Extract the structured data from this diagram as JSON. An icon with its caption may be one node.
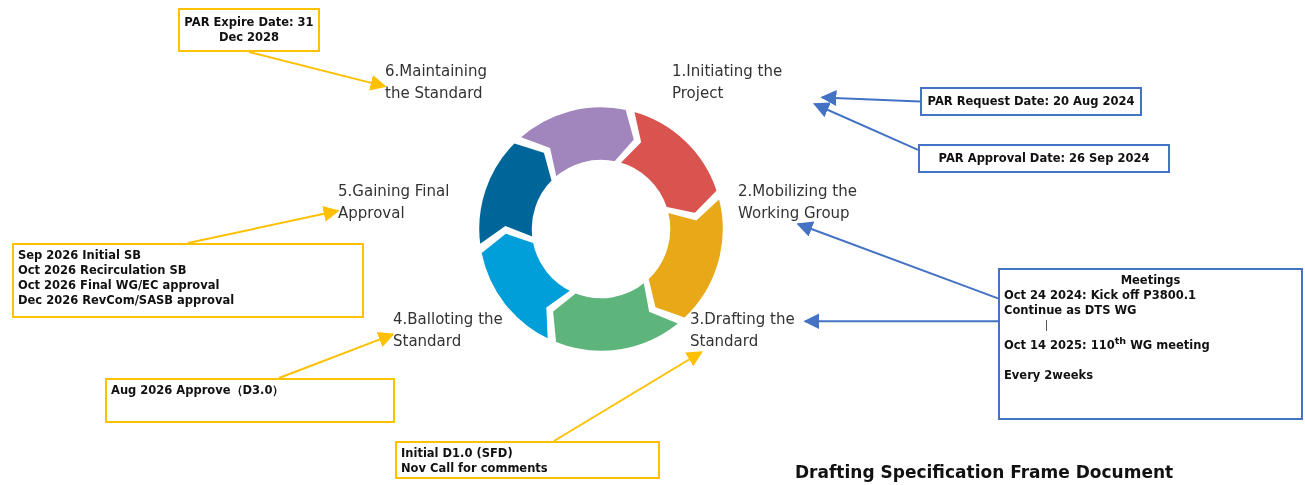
{
  "diagram": {
    "caption": "Drafting Specification Frame Document",
    "nodes": [
      {
        "text": [
          "PAR Expire Date: 31 Dec 2028"
        ]
      },
      {
        "text": [
          "6.Maintaining the Standard"
        ]
      },
      {
        "text": [
          "1.Initiating the Project"
        ]
      },
      {
        "text": [
          "PAR Request Date: 20 Aug 2024"
        ]
      },
      {
        "text": [
          "PAR Approval Date: 26 Sep 2024"
        ]
      },
      {
        "text": [
          "5.Gaining Final Approval"
        ]
      },
      {
        "text": [
          "2.Mobilizing the Working Group"
        ]
      },
      {
        "text": [
          "Sep 2026 Initial SB",
          "Oct 2026 Recirculation SB",
          "Oct 2026 Final WG/EC approval",
          "Dec 2026 RevCom/SASB approval"
        ]
      },
      {
        "text": [
          "Meetings",
          "Oct 24 2024: Kick off P3800.1",
          "Continue as DTS WG",
          "Oct 14 2025: 110$^{th}$ WG meeting",
          "Every 2weeks"
        ]
      },
      {
        "text": [
          "4.Balloting the Standard"
        ]
      },
      {
        "text": [
          "3.Drafting the Standard"
        ]
      },
      {
        "text": [
          "Aug 2026 Approve（D3.0）"
        ]
      },
      {
        "text": [
          "Initial D1.0 (SFD)",
          "Nov Call for comments"
        ]
      }
    ],
    "edges": [
      {
        "from": 0,
        "to": 1,
        "arrow": "to",
        "color": "#ffc000"
      },
      {
        "from": 3,
        "to": 2,
        "arrow": "to",
        "color": "#4472c4"
      },
      {
        "from": 4,
        "to": 2,
        "arrow": "to",
        "color": "#4472c4"
      },
      {
        "from": 7,
        "to": 5,
        "arrow": "to",
        "color": "#ffc000"
      },
      {
        "from": 8,
        "to": 6,
        "arrow": "to",
        "color": "#4472c4"
      },
      {
        "from": 8,
        "to": 10,
        "arrow": "to",
        "color": "#4472c4"
      },
      {
        "from": 11,
        "to": 9,
        "arrow": "to",
        "color": "#ffc000"
      },
      {
        "from": 12,
        "to": 10,
        "arrow": "to",
        "color": "#ffc000"
      }
    ]
  }
}
